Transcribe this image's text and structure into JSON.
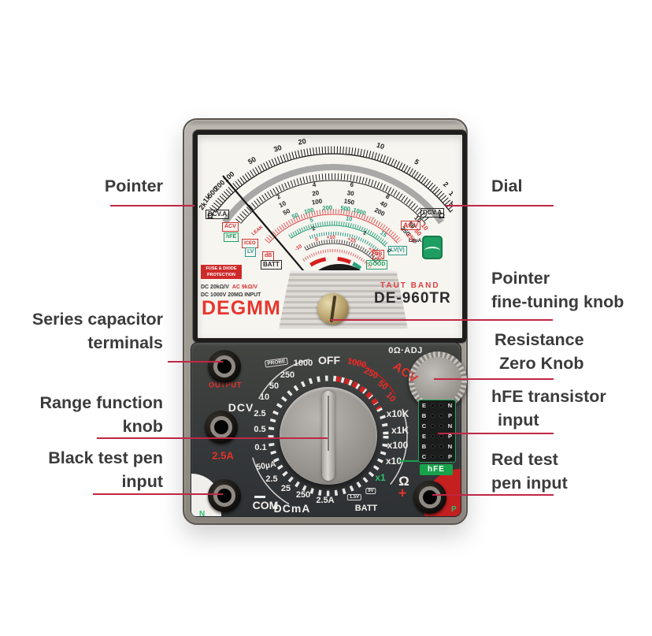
{
  "colors": {
    "annotation_line": "#c02744",
    "brand_red": "#e5372f",
    "acv_red": "#e8302a",
    "hfe_green": "#17a24b",
    "panel_dark": "#35383a"
  },
  "annotations": {
    "left": [
      {
        "l1": "Pointer",
        "l2": ""
      },
      {
        "l1": "Series capacitor",
        "l2": "terminals"
      },
      {
        "l1": "Range function",
        "l2": "knob"
      },
      {
        "l1": "Black test pen",
        "l2": "input"
      }
    ],
    "right": [
      {
        "l1": "Dial",
        "l2": ""
      },
      {
        "l1": "Pointer",
        "l2": "fine-tuning knob"
      },
      {
        "l1": "Resistance",
        "l2": "Zero Knob"
      },
      {
        "l1": "hFE transistor",
        "l2": "input"
      },
      {
        "l1": "Red test",
        "l2": "pen input"
      }
    ]
  },
  "meter": {
    "brand": "DEGMM",
    "model": "DE-960TR",
    "taut_band": "TAUT BAND",
    "badge_line1": "FUSE & DIODE",
    "badge_line2": "PROTECTION",
    "spec_dc": "DC 20kΩ/V",
    "spec_ac": "AC 9kΩ/V",
    "spec_input": "DC 1000V 20MΩ INPUT",
    "scales": {
      "ohm": [
        "2k",
        "1k",
        "500",
        "200",
        "100",
        "50",
        "30",
        "20",
        "10",
        "5",
        "2",
        "1",
        "0"
      ],
      "ohm_unit": "Ω",
      "dcva_x1": [
        "2",
        "4",
        "6",
        "8",
        "10"
      ],
      "dcva_x5": [
        "10",
        "20",
        "30",
        "40",
        "50"
      ],
      "dcva_x25": [
        "50",
        "100",
        "150",
        "200",
        "250"
      ],
      "acv_right": [
        "10",
        "50",
        "250"
      ],
      "hfe": [
        "50",
        "100",
        "200",
        "500",
        "1000"
      ],
      "hfe_arrow": "→",
      "li": [
        "5",
        "10",
        "15"
      ],
      "lv": [
        "2",
        "1",
        "0"
      ],
      "db": [
        "-10",
        "0",
        "+10",
        "+15",
        "+20",
        "+22"
      ],
      "leak": "LEAK"
    },
    "labels_left": {
      "dcva": "DCV.A",
      "acv": "ACV",
      "hfe": "hFE",
      "iceo": "ICEO",
      "lv": "LV",
      "db": "dB",
      "batt": "BATT"
    },
    "labels_right": {
      "dcva": "DCV.A",
      "acv": "ACV",
      "li": "LI(µA.mA)",
      "lv": "LV(V)",
      "db": "dB",
      "good": "GOOD"
    }
  },
  "panel": {
    "ohm_adj": "0Ω·ADJ",
    "off": "OFF",
    "probe": "PROBE",
    "dcv": {
      "label": "DCV",
      "values": [
        "1000",
        "250",
        "50",
        "10",
        "2.5",
        "0.5",
        "0.1"
      ]
    },
    "acv": {
      "label": "ACV",
      "values": [
        "1000",
        "250",
        "50",
        "10"
      ]
    },
    "ohm": {
      "values": [
        "x10K",
        "x1K",
        "x100",
        "x10",
        "x1"
      ],
      "unit": "Ω"
    },
    "dcma": {
      "label": "DCmA",
      "values": [
        "50µA",
        "2.5",
        "25",
        "250",
        "2.5A"
      ]
    },
    "batt": {
      "label": "BATT",
      "v9": "9V",
      "v15": "1.5V"
    },
    "jacks": {
      "output": "OUTPUT",
      "amp": "2.5A",
      "com": "COM",
      "plus": "+",
      "n": "N",
      "p": "P"
    },
    "hfe": {
      "label": "hFE",
      "rows": [
        [
          "E",
          "N"
        ],
        [
          "B",
          "P"
        ],
        [
          "C",
          "N"
        ],
        [
          "E",
          "P"
        ],
        [
          "B",
          "N"
        ],
        [
          "C",
          "P"
        ]
      ]
    }
  }
}
